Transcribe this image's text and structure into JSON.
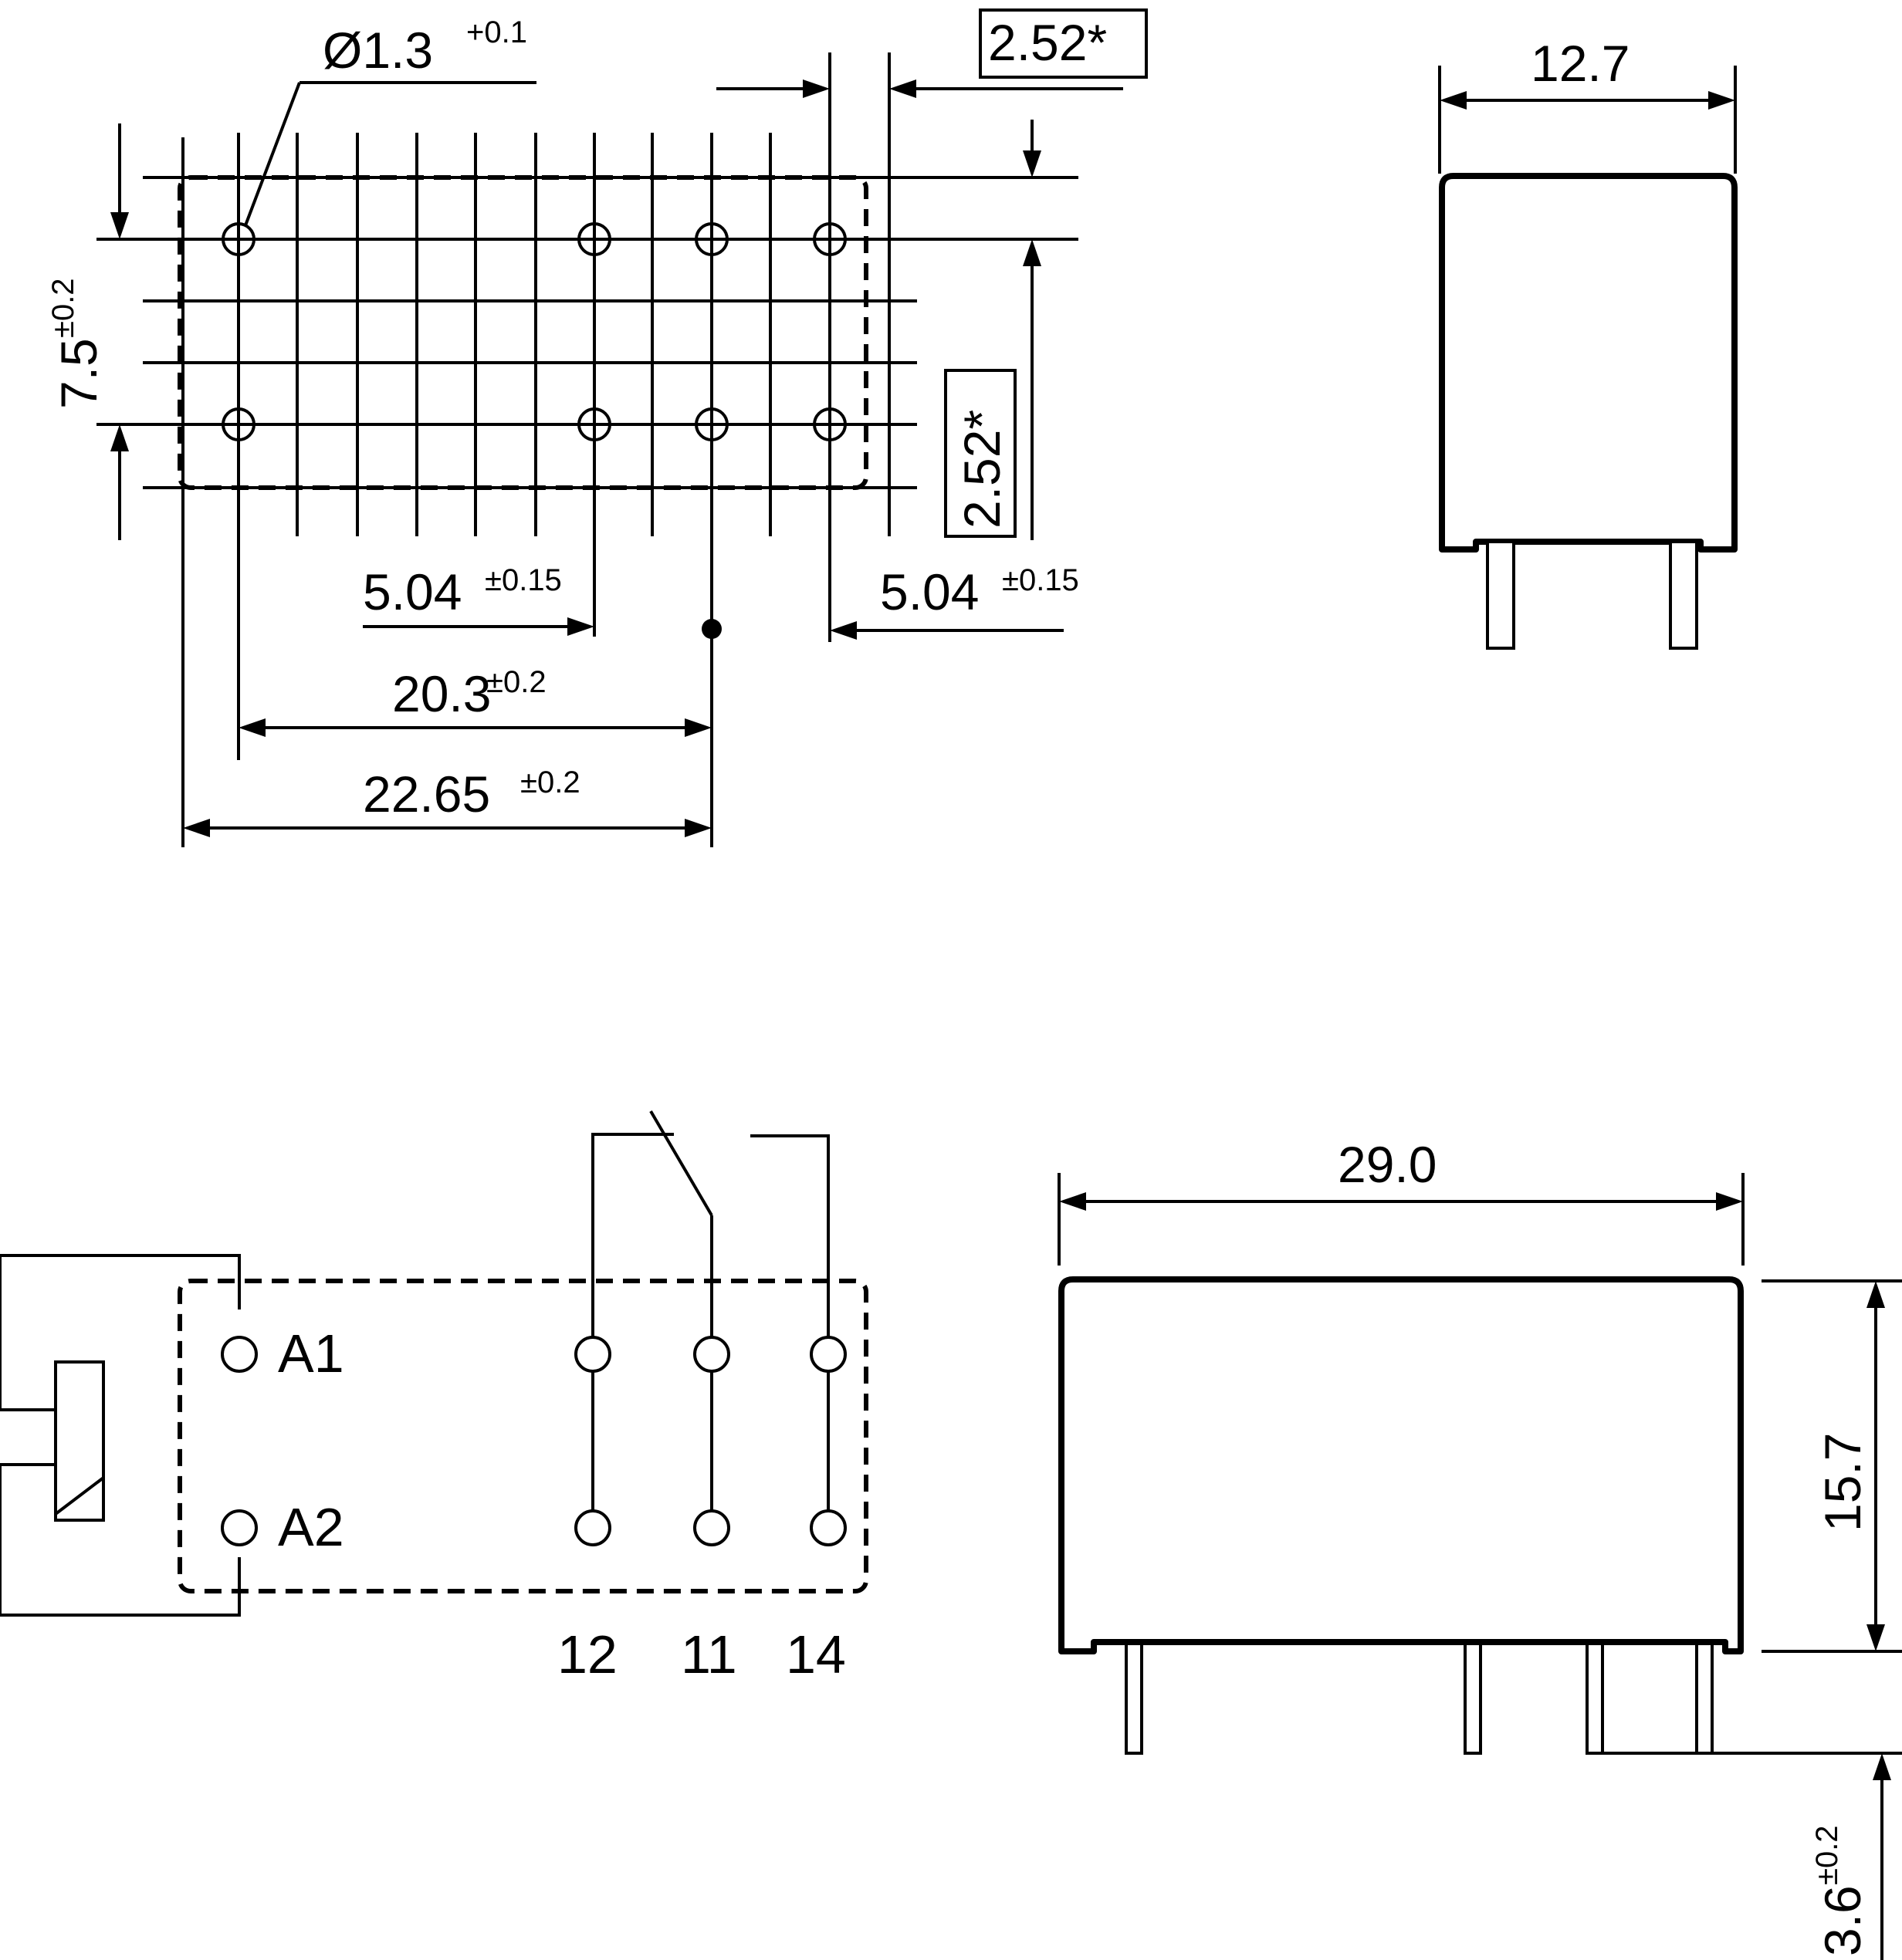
{
  "dimensions": {
    "hole_diameter": {
      "value": "Ø1.3",
      "tol": "+0.1"
    },
    "grid_h": {
      "value": "2.52*"
    },
    "grid_v": {
      "value": "2.52*"
    },
    "row_spacing": {
      "value": "7.5",
      "tol": "±0.2"
    },
    "pitch_left": {
      "value": "5.04",
      "tol": "±0.15"
    },
    "pitch_right": {
      "value": "5.04",
      "tol": "±0.15"
    },
    "span_inner": {
      "value": "20.3",
      "tol": "±0.2"
    },
    "span_outer": {
      "value": "22.65",
      "tol": "±0.2"
    },
    "width": {
      "value": "12.7"
    },
    "length": {
      "value": "29.0"
    },
    "height": {
      "value": "15.7"
    },
    "pin_length": {
      "value": "3.6",
      "tol": "±0.2"
    }
  },
  "schematic": {
    "coil_terminals": [
      "A1",
      "A2"
    ],
    "contact_terminals": [
      "12",
      "11",
      "14"
    ]
  }
}
